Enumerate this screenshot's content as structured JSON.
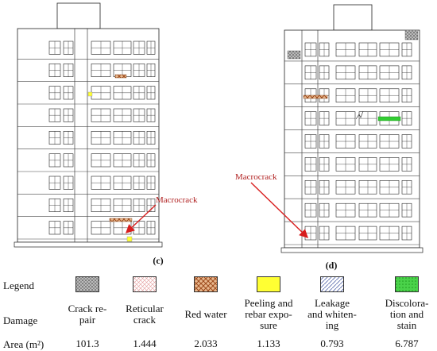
{
  "drawings": {
    "left_caption": "(c)",
    "right_caption": "(d)",
    "left_annotation": "Macrocrack",
    "right_annotation": "Macrocrack"
  },
  "table": {
    "row_headers": {
      "legend": "Legend",
      "damage": "Damage",
      "area": "Area (m²)"
    },
    "items": [
      {
        "name_lines": [
          "Crack re-",
          "pair"
        ],
        "area": "101.3",
        "pattern": "crack-repair-swatch",
        "color": "#555555"
      },
      {
        "name_lines": [
          "Reticular",
          "crack"
        ],
        "area": "1.444",
        "pattern": "reticular-crack-swatch",
        "color": "#e8a0a0"
      },
      {
        "name_lines": [
          "Red water"
        ],
        "area": "2.033",
        "pattern": "red-water-swatch",
        "color": "#c07040"
      },
      {
        "name_lines": [
          "Peeling and",
          "rebar expo-",
          "sure"
        ],
        "area": "1.133",
        "pattern": "peeling-rebar-swatch",
        "color": "#ffff33"
      },
      {
        "name_lines": [
          "Leakage",
          "and whiten-",
          "ing"
        ],
        "area": "0.793",
        "pattern": "leakage-whitening-swatch",
        "color": "#7080c0"
      },
      {
        "name_lines": [
          "Discolora-",
          "tion and",
          "stain"
        ],
        "area": "6.787",
        "pattern": "discoloration-stain-swatch",
        "color": "#33cc33"
      }
    ]
  }
}
